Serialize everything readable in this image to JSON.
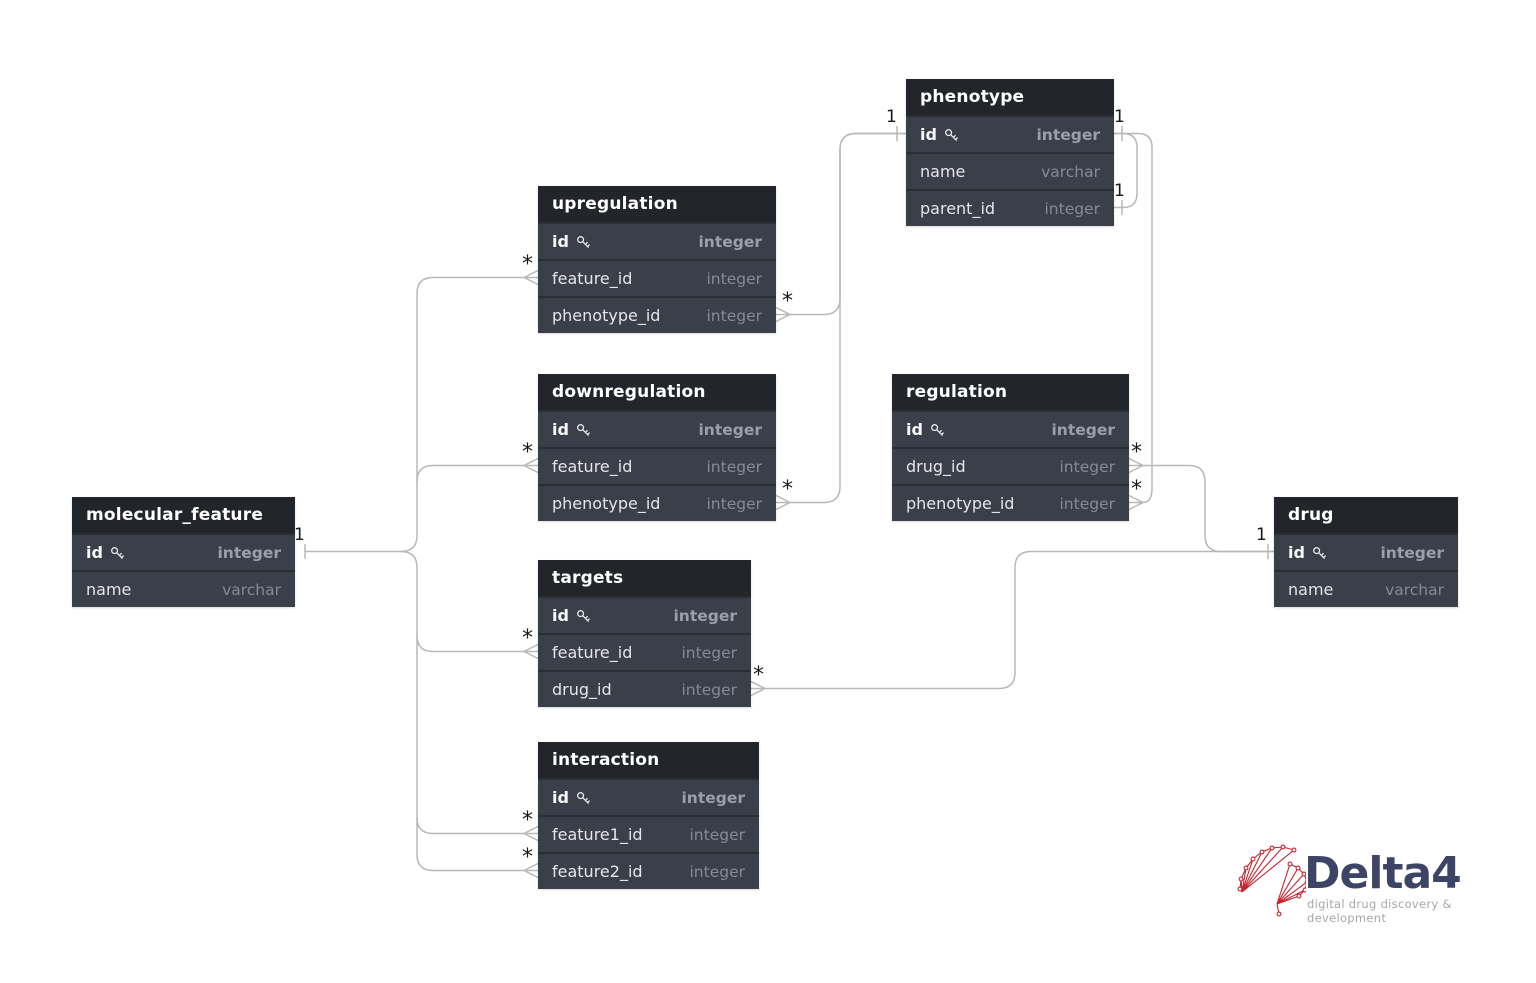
{
  "diagram": {
    "cardinality": {
      "one": "1",
      "many": "*"
    },
    "tables": {
      "molecular_feature": {
        "title": "molecular_feature",
        "fields": [
          {
            "name": "id",
            "type": "integer",
            "pk": true
          },
          {
            "name": "name",
            "type": "varchar"
          }
        ]
      },
      "upregulation": {
        "title": "upregulation",
        "fields": [
          {
            "name": "id",
            "type": "integer",
            "pk": true
          },
          {
            "name": "feature_id",
            "type": "integer"
          },
          {
            "name": "phenotype_id",
            "type": "integer"
          }
        ]
      },
      "downregulation": {
        "title": "downregulation",
        "fields": [
          {
            "name": "id",
            "type": "integer",
            "pk": true
          },
          {
            "name": "feature_id",
            "type": "integer"
          },
          {
            "name": "phenotype_id",
            "type": "integer"
          }
        ]
      },
      "targets": {
        "title": "targets",
        "fields": [
          {
            "name": "id",
            "type": "integer",
            "pk": true
          },
          {
            "name": "feature_id",
            "type": "integer"
          },
          {
            "name": "drug_id",
            "type": "integer"
          }
        ]
      },
      "interaction": {
        "title": "interaction",
        "fields": [
          {
            "name": "id",
            "type": "integer",
            "pk": true
          },
          {
            "name": "feature1_id",
            "type": "integer"
          },
          {
            "name": "feature2_id",
            "type": "integer"
          }
        ]
      },
      "phenotype": {
        "title": "phenotype",
        "fields": [
          {
            "name": "id",
            "type": "integer",
            "pk": true
          },
          {
            "name": "name",
            "type": "varchar"
          },
          {
            "name": "parent_id",
            "type": "integer"
          }
        ]
      },
      "regulation": {
        "title": "regulation",
        "fields": [
          {
            "name": "id",
            "type": "integer",
            "pk": true
          },
          {
            "name": "drug_id",
            "type": "integer"
          },
          {
            "name": "phenotype_id",
            "type": "integer"
          }
        ]
      },
      "drug": {
        "title": "drug",
        "fields": [
          {
            "name": "id",
            "type": "integer",
            "pk": true
          },
          {
            "name": "name",
            "type": "varchar"
          }
        ]
      }
    },
    "relationships": [
      {
        "from": "molecular_feature.id",
        "from_cardinality": "1",
        "to": "upregulation.feature_id",
        "to_cardinality": "*"
      },
      {
        "from": "molecular_feature.id",
        "from_cardinality": "1",
        "to": "downregulation.feature_id",
        "to_cardinality": "*"
      },
      {
        "from": "molecular_feature.id",
        "from_cardinality": "1",
        "to": "targets.feature_id",
        "to_cardinality": "*"
      },
      {
        "from": "molecular_feature.id",
        "from_cardinality": "1",
        "to": "interaction.feature1_id",
        "to_cardinality": "*"
      },
      {
        "from": "molecular_feature.id",
        "from_cardinality": "1",
        "to": "interaction.feature2_id",
        "to_cardinality": "*"
      },
      {
        "from": "phenotype.id",
        "from_cardinality": "1",
        "to": "upregulation.phenotype_id",
        "to_cardinality": "*"
      },
      {
        "from": "phenotype.id",
        "from_cardinality": "1",
        "to": "downregulation.phenotype_id",
        "to_cardinality": "*"
      },
      {
        "from": "phenotype.id",
        "from_cardinality": "1",
        "to": "phenotype.parent_id",
        "to_cardinality": "1"
      },
      {
        "from": "phenotype.id",
        "from_cardinality": "1",
        "to": "regulation.phenotype_id",
        "to_cardinality": "*"
      },
      {
        "from": "drug.id",
        "from_cardinality": "1",
        "to": "regulation.drug_id",
        "to_cardinality": "*"
      },
      {
        "from": "drug.id",
        "from_cardinality": "1",
        "to": "targets.drug_id",
        "to_cardinality": "*"
      }
    ],
    "colors": {
      "table_header_bg": "#22252a",
      "table_row_bg": "#3b3f49",
      "type_text": "#858a94",
      "connector_line": "#b8b8b8",
      "logo_red": "#c8222b",
      "logo_navy": "#3d4566"
    }
  },
  "logo": {
    "name": "Delta4",
    "tagline": "digital drug discovery & development"
  }
}
